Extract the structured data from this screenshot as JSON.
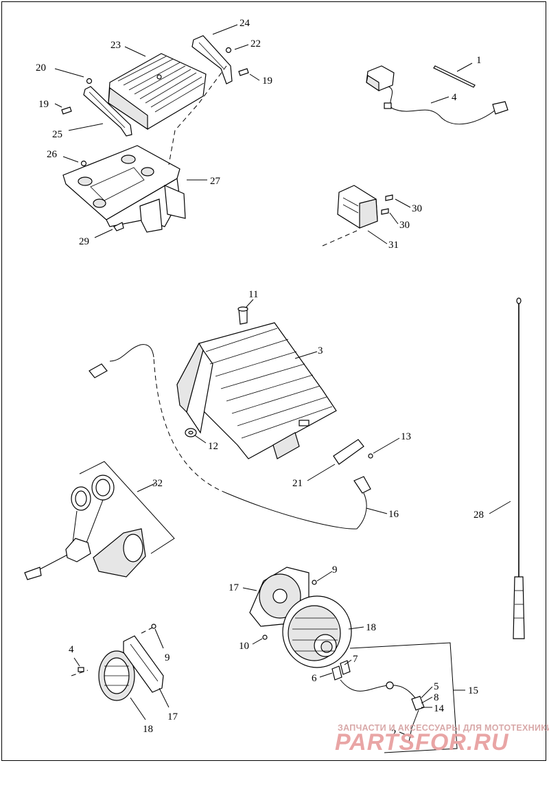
{
  "callouts": {
    "c1": "1",
    "c4a": "4",
    "c24": "24",
    "c23": "23",
    "c22": "22",
    "c20": "20",
    "c19a": "19",
    "c19b": "19",
    "c25": "25",
    "c26": "26",
    "c27": "27",
    "c29": "29",
    "c30a": "30",
    "c30b": "30",
    "c31": "31",
    "c11": "11",
    "c3": "3",
    "c12": "12",
    "c13": "13",
    "c21": "21",
    "c16": "16",
    "c32": "32",
    "c28": "28",
    "c9a": "9",
    "c17a": "17",
    "c18a": "18",
    "c10": "10",
    "c15": "15",
    "c7": "7",
    "c6": "6",
    "c5": "5",
    "c8": "8",
    "c14": "14",
    "c2": "2",
    "c4b": "4",
    "c9b": "9",
    "c17b": "17",
    "c18b": "18"
  },
  "watermark": {
    "tagline": "ЗАПЧАСТИ И АКСЕССУАРЫ ДЛЯ МОТОТЕХНИКИ",
    "brand": "PARTSFOR.RU",
    "color": "#e9a5a5"
  }
}
